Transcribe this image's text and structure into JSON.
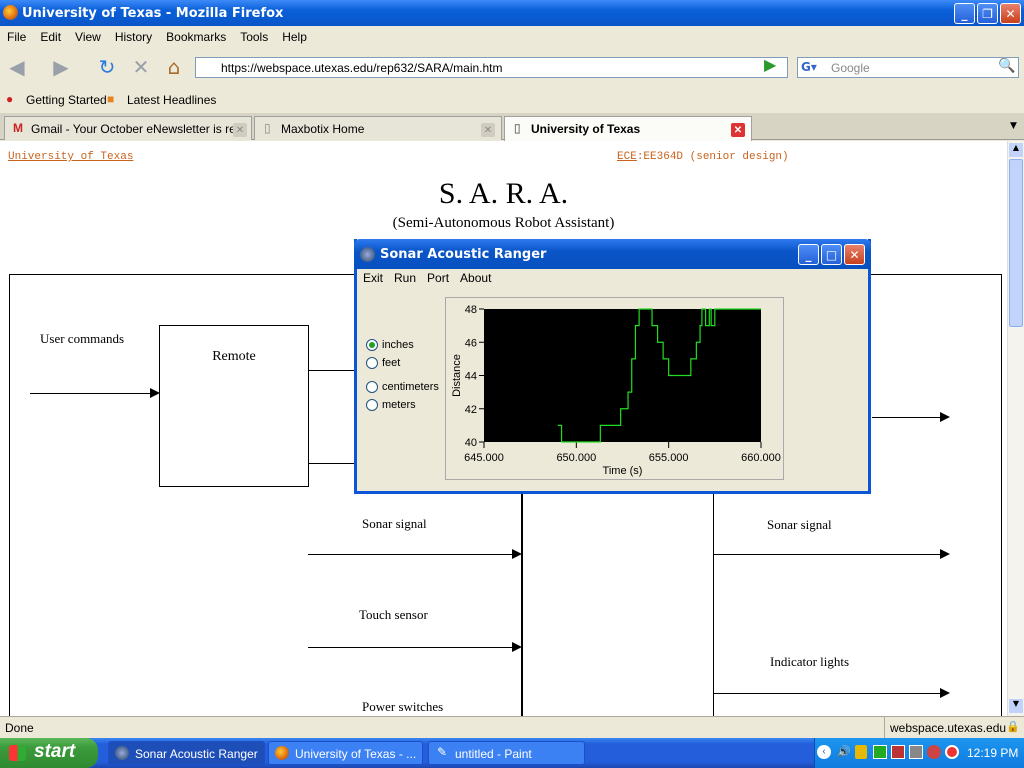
{
  "window": {
    "title": "University of Texas - Mozilla Firefox"
  },
  "menu": [
    "File",
    "Edit",
    "View",
    "History",
    "Bookmarks",
    "Tools",
    "Help"
  ],
  "nav": {
    "url": "https://webspace.utexas.edu/rep632/SARA/main.htm",
    "search_placeholder": "Google"
  },
  "bookmarks": [
    "Getting Started",
    "Latest Headlines"
  ],
  "tabs": [
    {
      "label": "Gmail - Your October eNewsletter is re..."
    },
    {
      "label": "Maxbotix Home"
    },
    {
      "label": "University of Texas"
    }
  ],
  "page": {
    "top_left_link": "University of Texas",
    "ece_link": "ECE",
    "course": ":EE364D (senior design)",
    "title": "S. A. R. A.",
    "subtitle": "(Semi-Autonomous Robot Assistant)",
    "user_commands": "User commands",
    "remote": "Remote",
    "sonar_signal_left": "Sonar signal",
    "sonar_signal_right": "Sonar signal",
    "touch_sensor": "Touch sensor",
    "indicator_lights": "Indicator lights",
    "power_switches": "Power switches"
  },
  "sonar_window": {
    "title": "Sonar Acoustic Ranger",
    "menu": [
      "Exit",
      "Run",
      "Port",
      "About"
    ],
    "units": [
      {
        "label": "inches",
        "selected": true
      },
      {
        "label": "feet",
        "selected": false
      },
      {
        "label": "centimeters",
        "selected": false
      },
      {
        "label": "meters",
        "selected": false
      }
    ]
  },
  "chart_data": {
    "type": "line",
    "xlabel": "Time (s)",
    "ylabel": "Distance",
    "xlim": [
      645,
      660
    ],
    "ylim": [
      40,
      48
    ],
    "xticks": [
      "645.000",
      "650.000",
      "655.000",
      "660.000"
    ],
    "yticks": [
      "40",
      "42",
      "44",
      "46",
      "48"
    ],
    "series": [
      {
        "color": "#22dd22",
        "x": [
          649,
          649.1,
          649.2,
          651.2,
          651.3,
          652.2,
          652.4,
          652.6,
          652.8,
          653.0,
          653.2,
          653.4,
          653.8,
          654.1,
          654.4,
          654.7,
          655.0,
          655.3,
          655.6,
          655.9,
          656.2,
          656.5,
          656.7,
          656.8,
          657.0,
          657.2,
          657.3,
          657.5,
          657.6,
          660
        ],
        "y": [
          41,
          41,
          40,
          40,
          41,
          41,
          42,
          42,
          43,
          45,
          47,
          48,
          48,
          47,
          46,
          45,
          44,
          44,
          44,
          44,
          45,
          46,
          47,
          48,
          47,
          48,
          47,
          48,
          48,
          48
        ]
      }
    ]
  },
  "status": {
    "left": "Done",
    "right": "webspace.utexas.edu"
  },
  "taskbar": {
    "start": "start",
    "tasks": [
      "Sonar Acoustic Ranger",
      "University of Texas - ...",
      "untitled - Paint"
    ],
    "clock": "12:19 PM"
  }
}
